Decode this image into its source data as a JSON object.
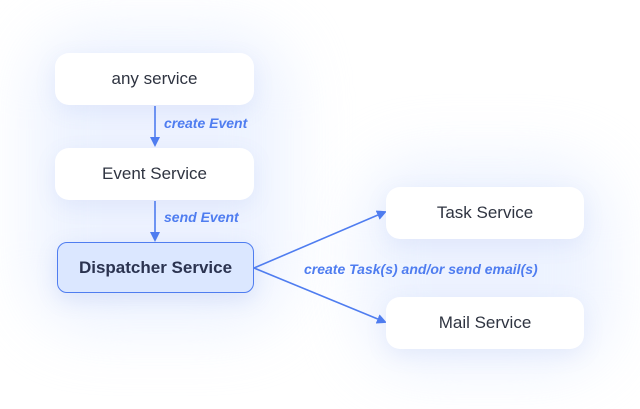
{
  "colors": {
    "accent": "#4f7df0",
    "highlight_fill": "#dbe7ff",
    "node_text": "#2f3441"
  },
  "nodes": {
    "any_service": "any service",
    "event_service": "Event Service",
    "dispatcher_service": "Dispatcher Service",
    "task_service": "Task Service",
    "mail_service": "Mail Service"
  },
  "edges": {
    "create_event": "create Event",
    "send_event": "send Event",
    "create_task_or_email": "create Task(s) and/or send email(s)"
  }
}
